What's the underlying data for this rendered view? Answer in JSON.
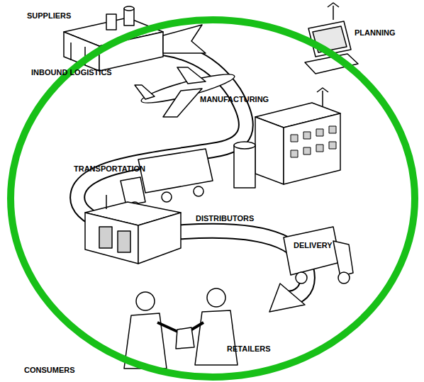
{
  "diagram": {
    "labels": [
      "SUPPLIERS",
      "PLANNING",
      "INBOUND LOGISTICS",
      "MANUFACTURING",
      "TRANSPORTATION",
      "DISTRIBUTORS",
      "DELIVERY",
      "RETAILERS",
      "CONSUMERS"
    ]
  }
}
